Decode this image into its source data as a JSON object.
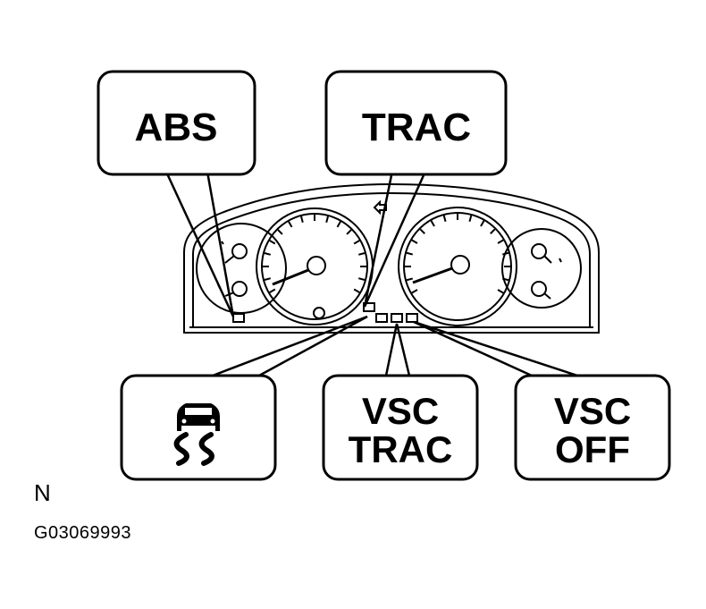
{
  "callouts": {
    "abs": "ABS",
    "trac": "TRAC",
    "slip_indicator_icon": "slip-indicator-icon",
    "vsc_trac_line1": "VSC",
    "vsc_trac_line2": "TRAC",
    "vsc_off_line1": "VSC",
    "vsc_off_line2": "OFF"
  },
  "captions": {
    "orientation": "N",
    "figure_code": "G03069993"
  },
  "colors": {
    "stroke": "#000000",
    "background": "#ffffff"
  }
}
